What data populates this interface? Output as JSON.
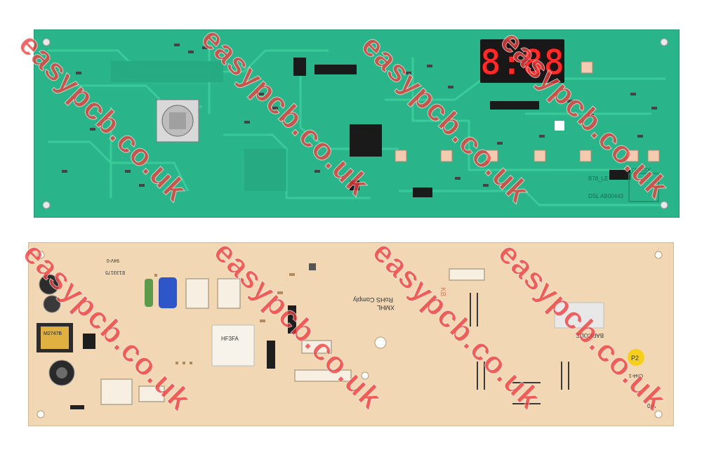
{
  "watermark": {
    "text": "easypcb.co.uk",
    "color": "#ec3c3c"
  },
  "top_board": {
    "color": "#2bb88a",
    "display_digits": "8:88",
    "silkscreen": {
      "qr_label": "QR CODE",
      "code_1": "B78_LE",
      "code_2": "DSL AB00443"
    }
  },
  "bottom_board": {
    "color": "#f3d9b5",
    "silkscreen": {
      "rohs": "RoHS Comply",
      "brand": "XMHL",
      "barcode": "BARCODE",
      "p2": "P2",
      "cn": "CN4-1",
      "v": "V-0",
      "relay": "HF3FA",
      "kb": "KB",
      "cert": "E133175",
      "rating": "94V-0"
    }
  }
}
